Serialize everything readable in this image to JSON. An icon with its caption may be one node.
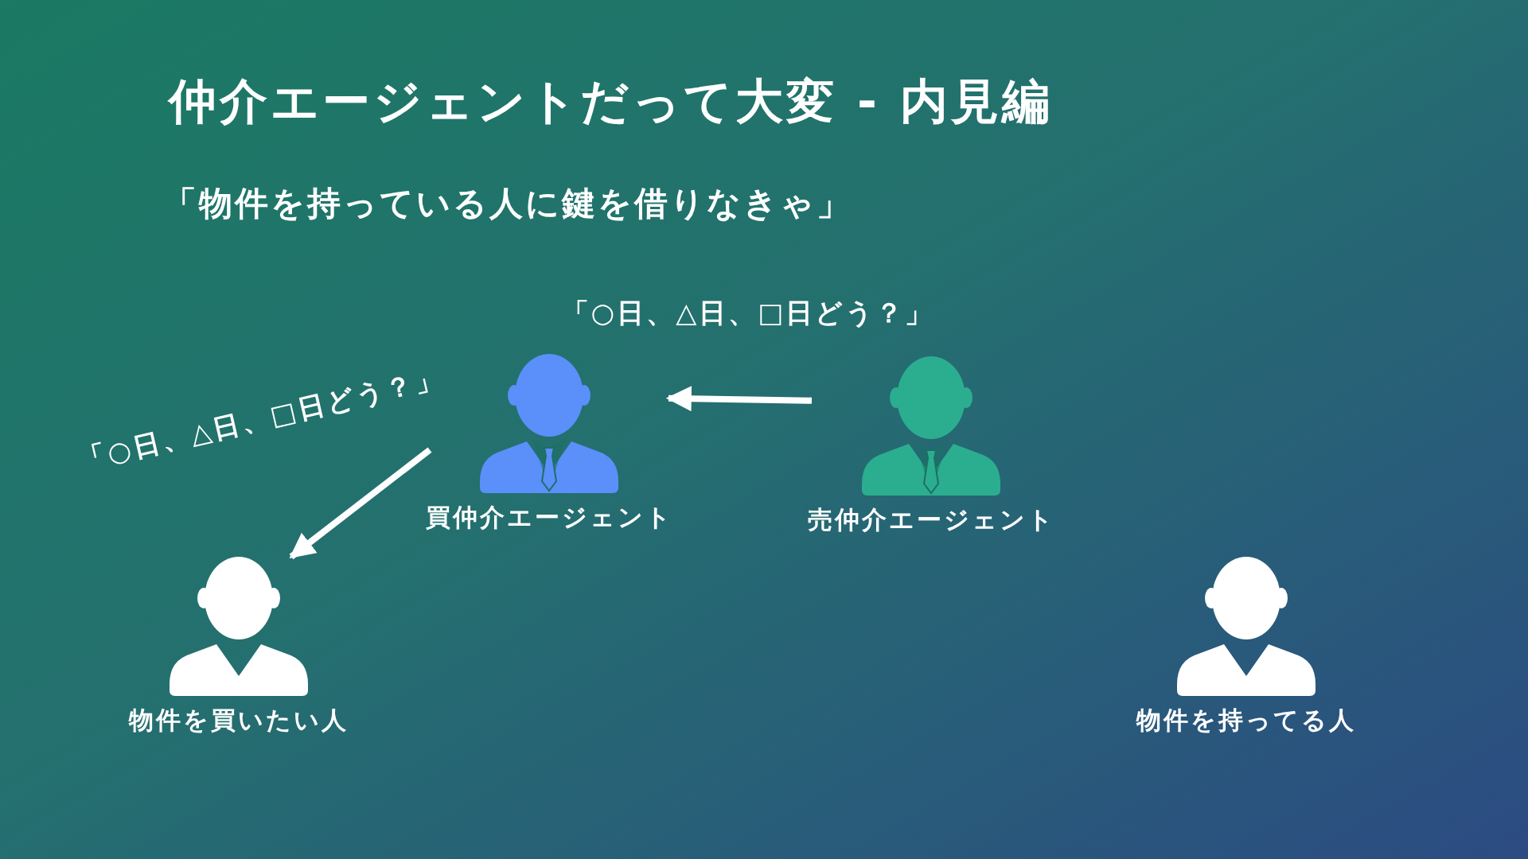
{
  "diagram": {
    "title": "仲介エージェントだって大変 - 内見編",
    "nodes": [
      {
        "text": [
          "買仲介エージェント"
        ]
      },
      {
        "text": [
          "売仲介エージェント"
        ]
      },
      {
        "text": [
          "物件を買いたい人"
        ]
      },
      {
        "text": [
          "物件を持ってる人"
        ]
      }
    ],
    "edges": [
      {
        "from": 1,
        "to": 0,
        "arrow": "to",
        "label": "「○日、△日、□日どう？」"
      },
      {
        "from": 0,
        "to": 2,
        "arrow": "to",
        "label": "「○日、△日、□日どう？」"
      }
    ],
    "labels": [
      "「物件を持っている人に鍵を借りなきゃ」"
    ]
  }
}
